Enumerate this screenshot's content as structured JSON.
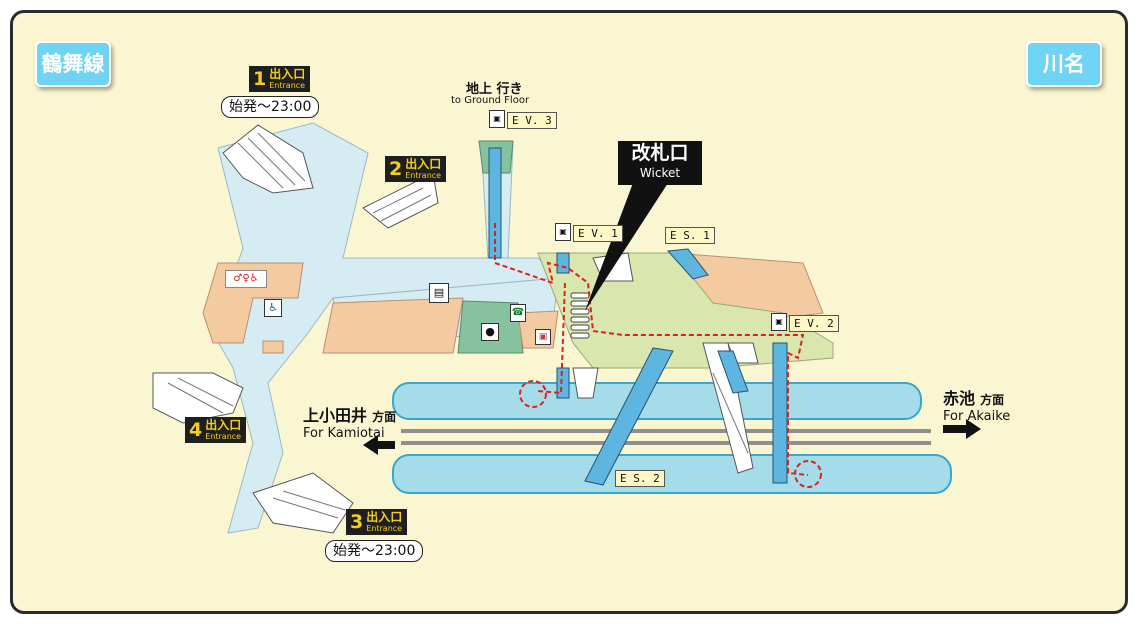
{
  "line_name": "鶴舞線",
  "station_name": "川名",
  "entrances": [
    {
      "number": "1",
      "label": "出入口",
      "sub": "Entrance",
      "hours": "始発～23:00"
    },
    {
      "number": "2",
      "label": "出入口",
      "sub": "Entrance"
    },
    {
      "number": "3",
      "label": "出入口",
      "sub": "Entrance",
      "hours": "始発～23:00"
    },
    {
      "number": "4",
      "label": "出入口",
      "sub": "Entrance"
    }
  ],
  "ground_floor": {
    "jp": "地上 行き",
    "en": "to Ground Floor"
  },
  "wicket": {
    "jp": "改札口",
    "en": "Wicket"
  },
  "elevators": {
    "ev1": "E V. 1",
    "ev2": "E V. 2",
    "ev3": "E V. 3"
  },
  "escalators": {
    "es1": "E S. 1",
    "es2": "E S. 2"
  },
  "direction_left": {
    "jp": "上小田井",
    "suffix": "方面",
    "en": "For Kamiotai"
  },
  "direction_right": {
    "jp": "赤池",
    "suffix": "方面",
    "en": "For Akaike"
  },
  "colors": {
    "background": "#fbf6d2",
    "concourse": "#d6ecf3",
    "paid_area": "#d9e6ad",
    "rooms": "#f4caa0",
    "platform": "#a4dcea",
    "route": "#e02020",
    "badge": "#6fd3f3"
  },
  "icons": [
    "toilet-icon",
    "accessible-icon",
    "locker-icon",
    "office-icon",
    "phone-icon",
    "elevator-icon",
    "escalator-icon"
  ]
}
